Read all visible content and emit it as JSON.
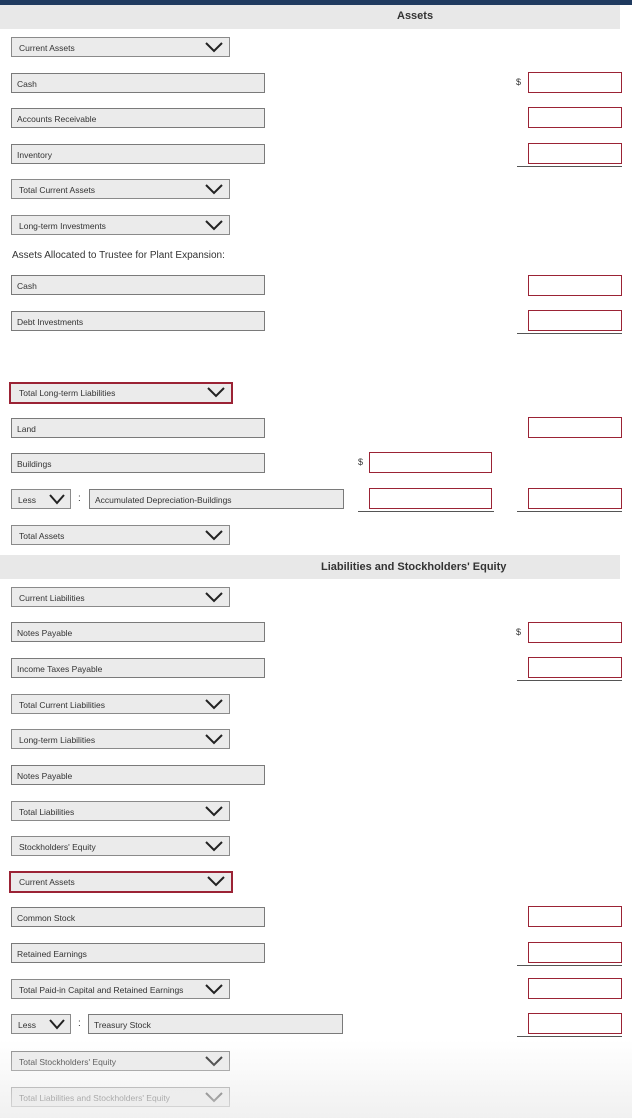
{
  "sections": {
    "assets": "Assets",
    "liabilities_equity": "Liabilities and Stockholders' Equity"
  },
  "currency_symbol": "$",
  "rows": {
    "current_assets_dd": "Current Assets",
    "cash": "Cash",
    "accounts_receivable": "Accounts Receivable",
    "inventory": "Inventory",
    "total_current_assets_dd": "Total Current Assets",
    "long_term_investments_dd": "Long-term Investments",
    "assets_allocated_label": "Assets Allocated to Trustee for Plant Expansion:",
    "trustee_cash": "Cash",
    "debt_investments": "Debt Investments",
    "total_lt_liabilities_dd": "Total Long-term Liabilities",
    "land": "Land",
    "buildings": "Buildings",
    "less_1": "Less",
    "accum_dep": "Accumulated Depreciation-Buildings",
    "total_assets_dd": "Total Assets",
    "current_liabilities_dd": "Current Liabilities",
    "notes_payable_1": "Notes Payable",
    "income_taxes_payable": "Income Taxes Payable",
    "total_current_liabilities_dd": "Total Current Liabilities",
    "long_term_liabilities_dd": "Long-term Liabilities",
    "notes_payable_2": "Notes Payable",
    "total_liabilities_dd": "Total Liabilities",
    "stockholders_equity_dd": "Stockholders' Equity",
    "current_assets_dd_2": "Current Assets",
    "common_stock": "Common Stock",
    "retained_earnings": "Retained Earnings",
    "total_paid_in_dd": "Total Paid-in Capital and Retained Earnings",
    "less_2": "Less",
    "treasury_stock": "Treasury Stock",
    "total_se_dd": "Total Stockholders' Equity",
    "total_l_se_dd": "Total Liabilities and Stockholders' Equity"
  }
}
